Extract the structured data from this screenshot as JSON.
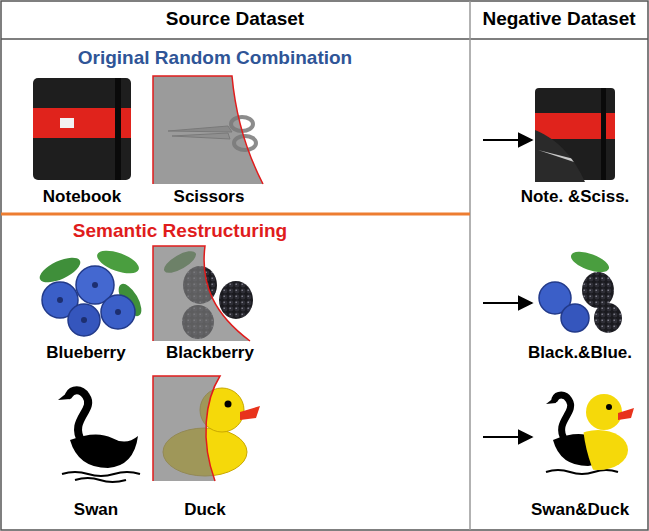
{
  "diagram": {
    "labels": [
      "Source Dataset",
      "Negative Dataset",
      "Original Random Combination",
      "Notebook",
      "Scissors",
      "Note. &Sciss.",
      "Semantic Restructuring",
      "Blueberry",
      "Blackberry",
      "Black.&Blue.",
      "Swan",
      "Duck",
      "Swan&Duck"
    ]
  }
}
